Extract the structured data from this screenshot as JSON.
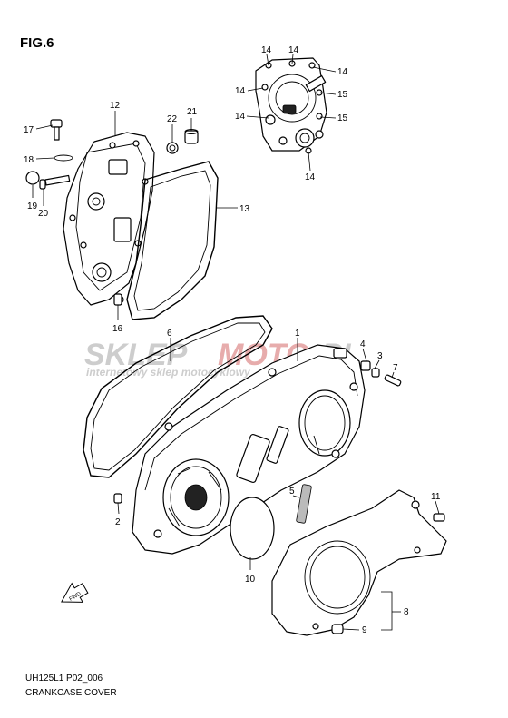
{
  "figure": {
    "title": "FIG.6"
  },
  "footer": {
    "code": "UH125L1 P02_006",
    "name": "CRANKCASE COVER"
  },
  "watermark": {
    "brand_a": "SKLEP",
    "brand_b": "MOTO",
    "brand_c": ".PL",
    "tagline": "internetowy sklep motocyklowy"
  },
  "arrow": {
    "text": "FWD"
  },
  "callouts": {
    "c1": "1",
    "c2": "2",
    "c3": "3",
    "c4": "4",
    "c5": "5",
    "c6": "6",
    "c7": "7",
    "c8": "8",
    "c9": "9",
    "c10": "10",
    "c11": "11",
    "c12": "12",
    "c13": "13",
    "c14": "14",
    "c15": "15",
    "c16": "16",
    "c17": "17",
    "c18": "18",
    "c19": "19",
    "c20": "20",
    "c21": "21",
    "c22": "22"
  },
  "colors": {
    "watermark_gray": "#c8c8c8",
    "watermark_red": "#e5a4a4"
  }
}
